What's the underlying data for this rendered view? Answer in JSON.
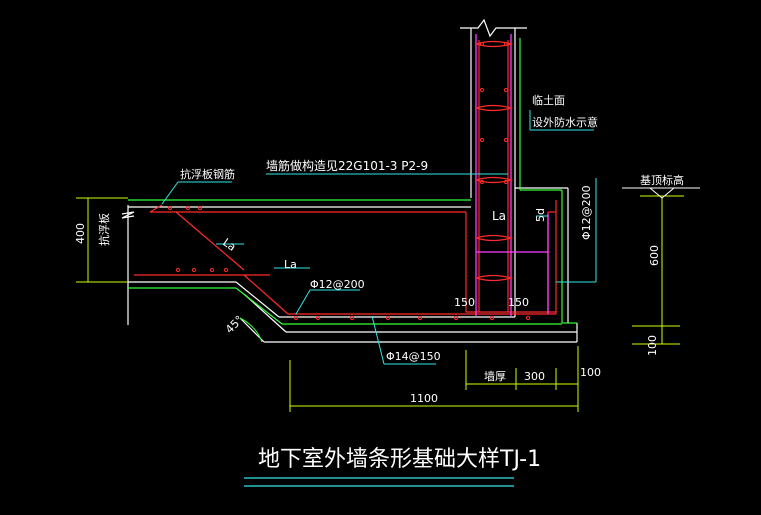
{
  "drawing": {
    "title": "地下室外墙条形基础大样TJ-1",
    "labels": {
      "wall_reinforcement_note": "墙筋做构造见22G101-3 P2-9",
      "anti_float_rebar": "抗浮板钢筋",
      "anti_float_slab": "抗浮板",
      "backfill_line1": "临土面",
      "backfill_line2": "设外防水示意",
      "foundation_elevation": "基顶标高",
      "wall_thickness": "墙厚",
      "anchorage_1": "La",
      "anchorage_2": "La",
      "anchorage_3": "La",
      "hook_5d": "5d",
      "rebar_top_dist": "Φ12@200",
      "rebar_bottom": "Φ14@150",
      "rebar_vertical": "Φ12@200",
      "angle": "45°",
      "dim_150_left": "150",
      "dim_150_right": "150"
    },
    "dimensions": {
      "slab_thickness": "400",
      "footing_height": "600",
      "bottom_offset": "100",
      "wall_dim_300": "300",
      "wall_dim_100": "100",
      "total_width": "1100"
    },
    "colors": {
      "background": "#000000",
      "concrete_outline": "#ffffff",
      "rebar": "#ff2a2a",
      "stirrup": "#ff3cff",
      "waterproof": "#33ff33",
      "annotation": "#33e6e6",
      "dimension": "#ccff00",
      "text": "#ffffff",
      "label_yellow": "#ffff66"
    }
  }
}
